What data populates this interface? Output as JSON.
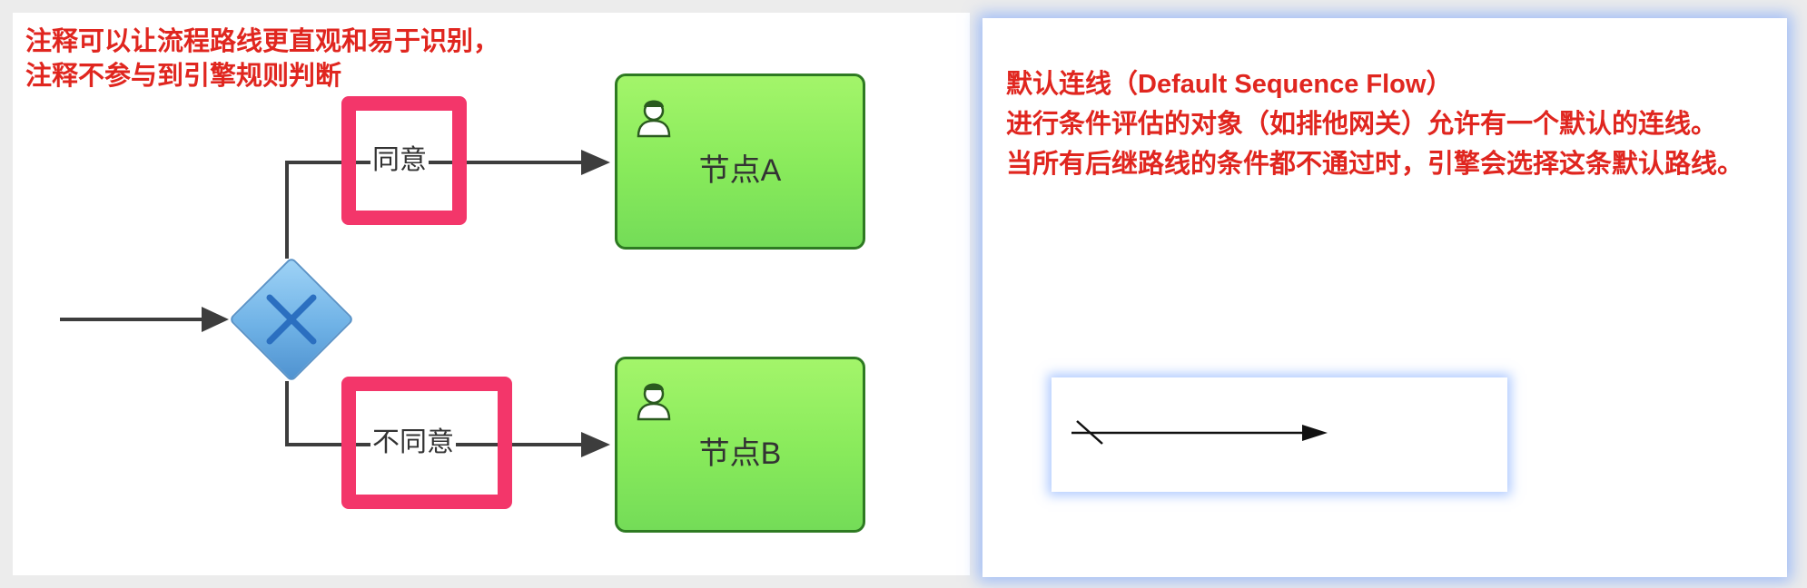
{
  "annotation": {
    "line1": "注释可以让流程路线更直观和易于识别，",
    "line2": "注释不参与到引擎规则判断"
  },
  "gateway": {
    "icon": "exclusive-gateway-x-icon"
  },
  "flows": {
    "agree": "同意",
    "disagree": "不同意"
  },
  "tasks": {
    "a": {
      "name": "节点A",
      "icon": "user-icon"
    },
    "b": {
      "name": "节点B",
      "icon": "user-icon"
    }
  },
  "description": {
    "title_cn": "默认连线（",
    "title_en": "Default Sequence Flow",
    "title_end": "）",
    "line2": "进行条件评估的对象（如排他网关）允许有一个默认的连线。",
    "line3": "当所有后继路线的条件都不通过时，引擎会选择这条默认路线。"
  },
  "legend": {
    "icon": "default-sequence-flow-icon"
  },
  "colors": {
    "annotation_text": "#e0261f",
    "highlight": "#f3366a",
    "task_fill": "#88ea5b",
    "task_border": "#2e7a22",
    "gateway_fill": "#6fb2e6",
    "gateway_mark": "#2b6fc0",
    "flow_line": "#3d3d3d"
  }
}
